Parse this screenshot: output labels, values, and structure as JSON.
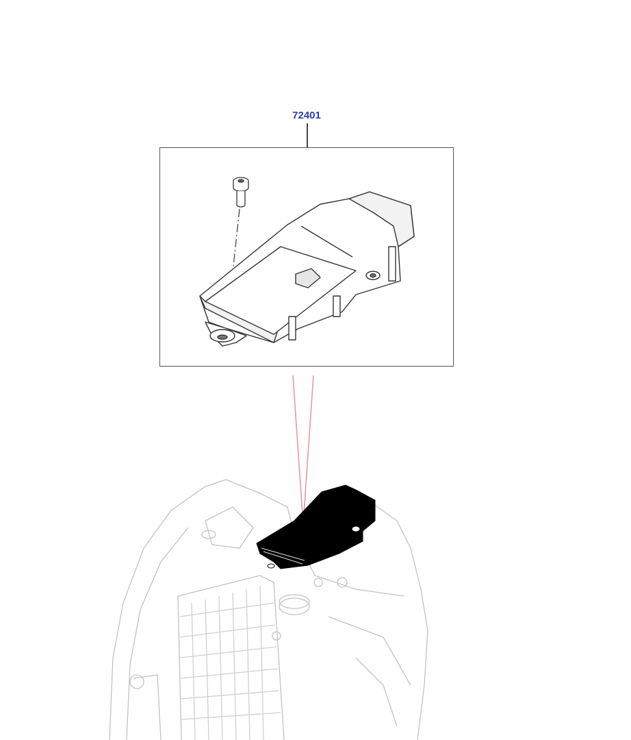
{
  "diagram": {
    "type": "exploded parts illustration",
    "callouts": [
      {
        "label": "72401",
        "color": "#2b3fa8"
      }
    ],
    "components": [
      {
        "name": "transmission-control-module",
        "highlighted_in_assembly": true
      },
      {
        "name": "mounting-bolt"
      },
      {
        "name": "transmission-assembly"
      }
    ],
    "colors": {
      "callout_text": "#2b3fa8",
      "box_border": "#555555",
      "pointer_lines": "#e59a9a",
      "highlight": "#000000",
      "linework": "#bfbfbf"
    }
  }
}
